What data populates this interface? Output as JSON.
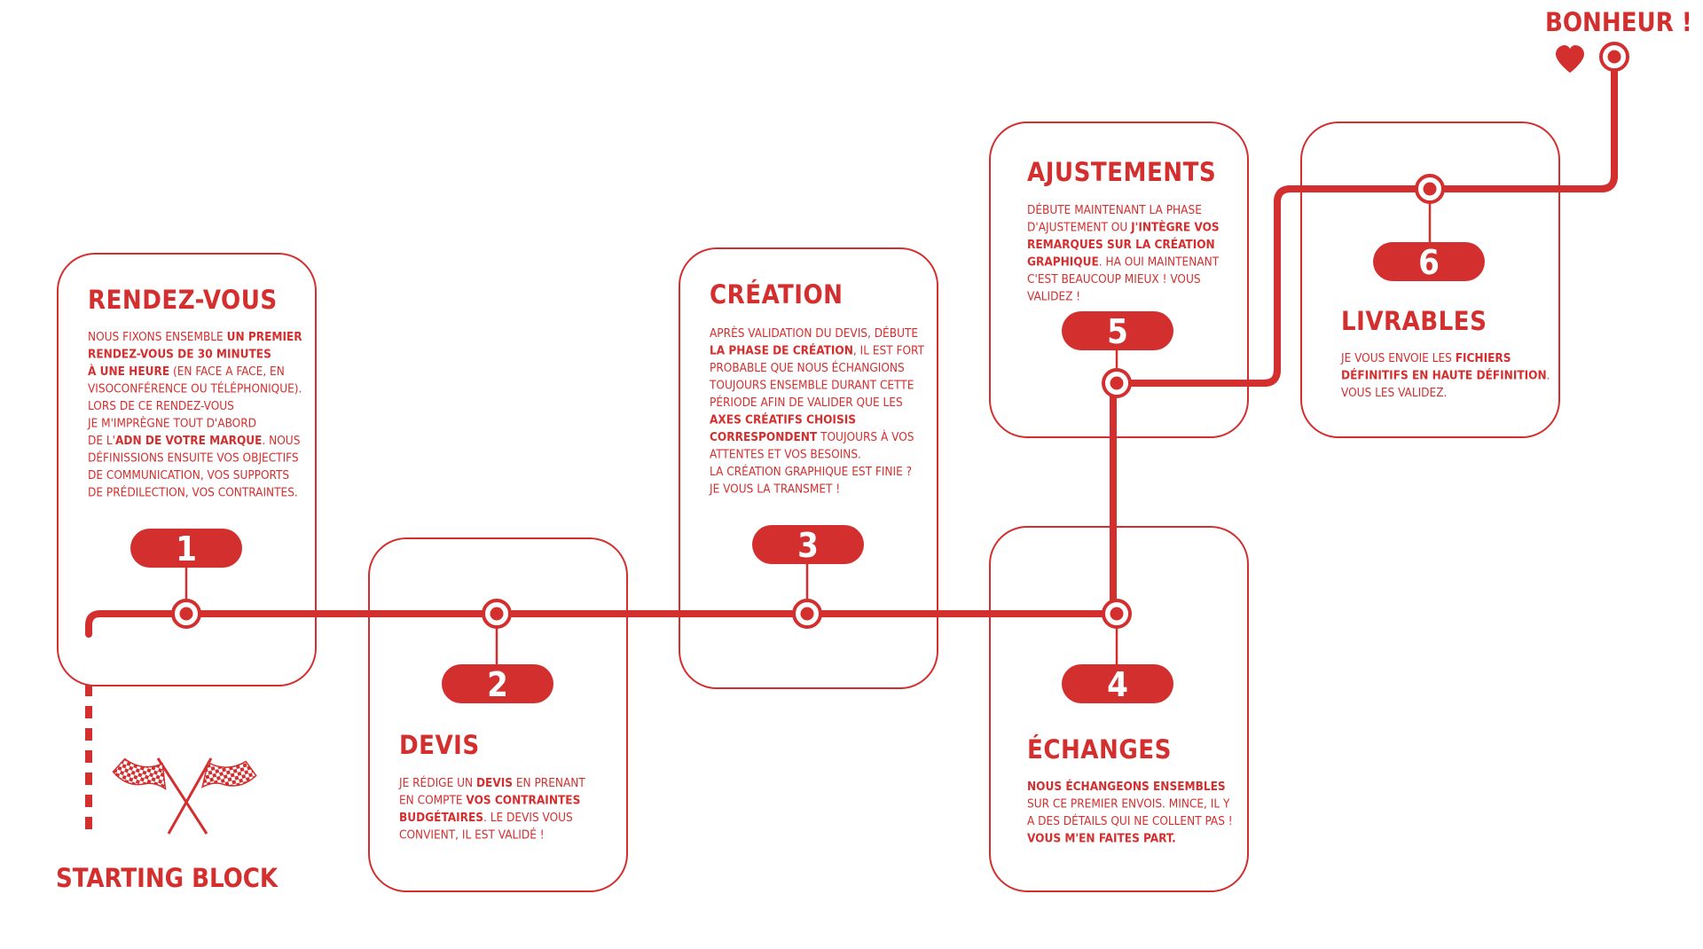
{
  "colors": {
    "accent": "#d32f2f",
    "background": "#ffffff"
  },
  "start_label": "STARTING BLOCK",
  "end_label": "BONHEUR !",
  "icons": {
    "start": "checkered-flags-icon",
    "end": "heart-icon"
  },
  "steps": [
    {
      "number": "1",
      "title": "RENDEZ-VOUS",
      "lines": [
        [
          {
            "t": "NOUS FIXONS ENSEMBLE "
          },
          {
            "t": "UN PREMIER",
            "b": true
          }
        ],
        [
          {
            "t": "RENDEZ-VOUS DE 30 MINUTES",
            "b": true
          }
        ],
        [
          {
            "t": "À UNE HEURE",
            "b": true
          },
          {
            "t": " (EN FACE A FACE, EN"
          }
        ],
        [
          {
            "t": "VISOCONFÉRENCE OU TÉLÉPHONIQUE)."
          }
        ],
        [
          {
            "t": "LORS DE CE RENDEZ-VOUS"
          }
        ],
        [
          {
            "t": "JE M'IMPRÈGNE TOUT D'ABORD"
          }
        ],
        [
          {
            "t": "DE L'"
          },
          {
            "t": "ADN DE VOTRE MARQUE",
            "b": true
          },
          {
            "t": ". NOUS"
          }
        ],
        [
          {
            "t": "DÉFINISSIONS ENSUITE VOS OBJECTIFS"
          }
        ],
        [
          {
            "t": "DE COMMUNICATION, VOS SUPPORTS"
          }
        ],
        [
          {
            "t": "DE PRÉDILECTION, VOS CONTRAINTES."
          }
        ]
      ]
    },
    {
      "number": "2",
      "title": "DEVIS",
      "lines": [
        [
          {
            "t": "JE RÉDIGE UN "
          },
          {
            "t": "DEVIS",
            "b": true
          },
          {
            "t": " EN PRENANT"
          }
        ],
        [
          {
            "t": "EN COMPTE "
          },
          {
            "t": "VOS CONTRAINTES",
            "b": true
          }
        ],
        [
          {
            "t": "BUDGÉTAIRES",
            "b": true
          },
          {
            "t": ". LE DEVIS VOUS"
          }
        ],
        [
          {
            "t": "CONVIENT, IL EST VALIDÉ !"
          }
        ]
      ]
    },
    {
      "number": "3",
      "title": "CRÉATION",
      "lines": [
        [
          {
            "t": "APRÈS VALIDATION DU DEVIS, DÉBUTE"
          }
        ],
        [
          {
            "t": "LA PHASE DE CRÉATION",
            "b": true
          },
          {
            "t": ", IL EST FORT"
          }
        ],
        [
          {
            "t": "PROBABLE QUE NOUS ÉCHANGIONS"
          }
        ],
        [
          {
            "t": "TOUJOURS ENSEMBLE DURANT CETTE"
          }
        ],
        [
          {
            "t": "PÉRIODE AFIN DE VALIDER QUE LES"
          }
        ],
        [
          {
            "t": "AXES CRÉATIFS CHOISIS",
            "b": true
          }
        ],
        [
          {
            "t": "CORRESPONDENT",
            "b": true
          },
          {
            "t": " TOUJOURS À VOS"
          }
        ],
        [
          {
            "t": "ATTENTES ET VOS BESOINS."
          }
        ],
        [
          {
            "t": "LA CRÉATION GRAPHIQUE EST FINIE ?"
          }
        ],
        [
          {
            "t": "JE VOUS LA TRANSMET !"
          }
        ]
      ]
    },
    {
      "number": "4",
      "title": "ÉCHANGES",
      "lines": [
        [
          {
            "t": "NOUS ÉCHANGEONS ENSEMBLES",
            "b": true
          }
        ],
        [
          {
            "t": "SUR CE PREMIER ENVOIS. MINCE, IL Y"
          }
        ],
        [
          {
            "t": "A DES DÉTAILS QUI NE COLLENT PAS !"
          }
        ],
        [
          {
            "t": "VOUS M'EN FAITES PART.",
            "b": true
          }
        ]
      ]
    },
    {
      "number": "5",
      "title": "AJUSTEMENTS",
      "lines": [
        [
          {
            "t": "DÉBUTE MAINTENANT LA PHASE"
          }
        ],
        [
          {
            "t": "D'AJUSTEMENT OU "
          },
          {
            "t": "J'INTÈGRE VOS",
            "b": true
          }
        ],
        [
          {
            "t": "REMARQUES SUR LA CRÉATION",
            "b": true
          }
        ],
        [
          {
            "t": "GRAPHIQUE",
            "b": true
          },
          {
            "t": ". HA OUI MAINTENANT"
          }
        ],
        [
          {
            "t": "C'EST BEAUCOUP MIEUX !  VOUS"
          }
        ],
        [
          {
            "t": "VALIDEZ !"
          }
        ]
      ]
    },
    {
      "number": "6",
      "title": "LIVRABLES",
      "lines": [
        [
          {
            "t": "JE VOUS ENVOIE LES "
          },
          {
            "t": "FICHIERS",
            "b": true
          }
        ],
        [
          {
            "t": "DÉFINITIFS EN HAUTE DÉFINITION",
            "b": true
          },
          {
            "t": "."
          }
        ],
        [
          {
            "t": "VOUS LES VALIDEZ."
          }
        ]
      ]
    }
  ]
}
